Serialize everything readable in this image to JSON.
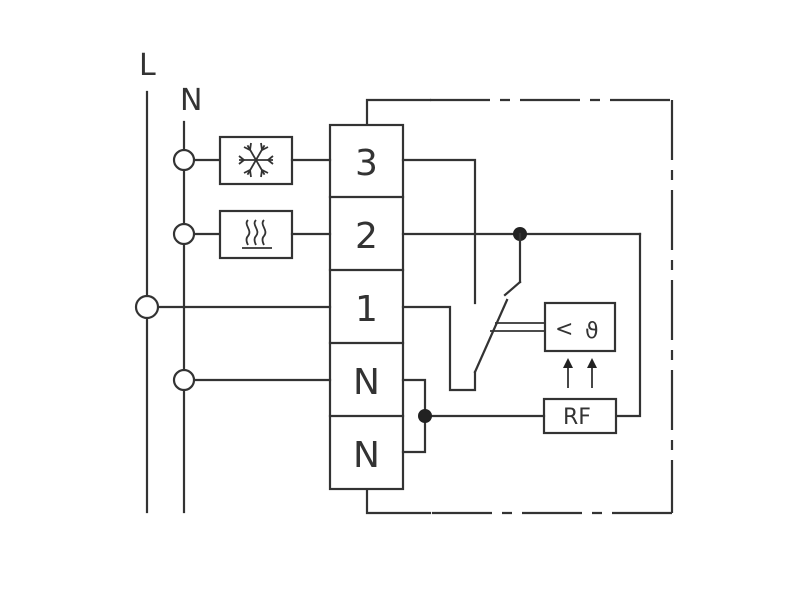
{
  "rails": {
    "line_label": "L",
    "neutral_label": "N"
  },
  "terminal_block": {
    "terminals": [
      "3",
      "2",
      "1",
      "N",
      "N"
    ]
  },
  "loads": {
    "cooling": {
      "icon": "snowflake-icon"
    },
    "heating": {
      "icon": "heat-waves-icon"
    }
  },
  "controller": {
    "icon": "temperature-control-icon",
    "left_symbol": "<",
    "right_symbol": "ϑ"
  },
  "rf_module": {
    "label": "RF"
  }
}
